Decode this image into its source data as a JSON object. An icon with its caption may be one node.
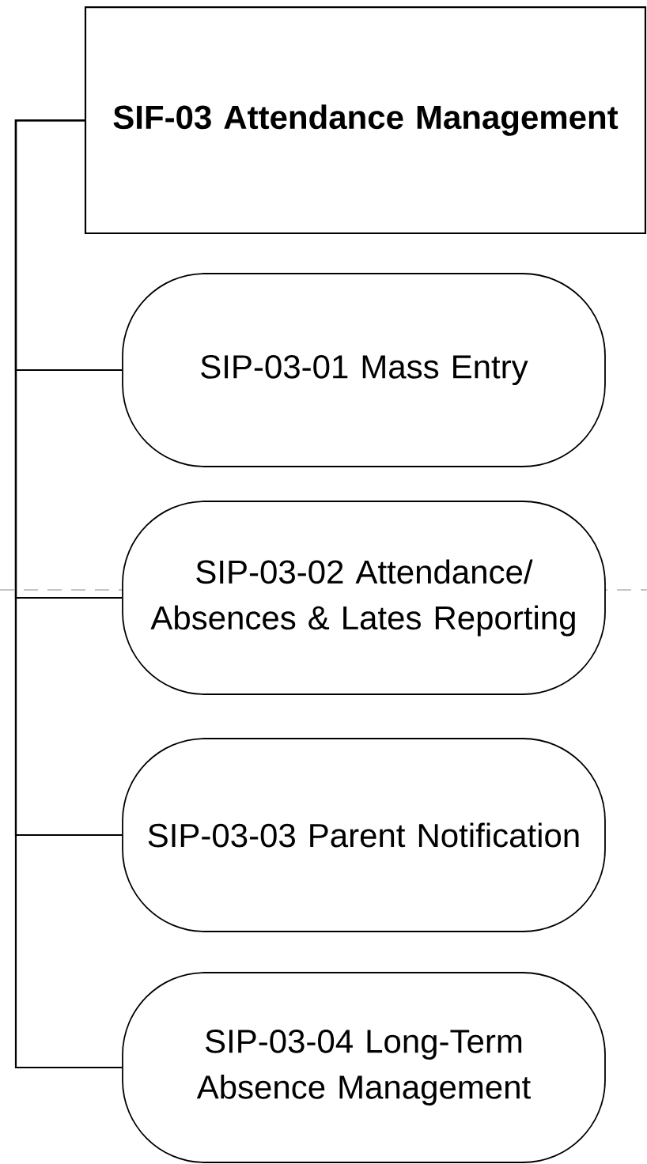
{
  "diagram": {
    "nodes": [
      {
        "text": [
          "SIF-03 Attendance Management"
        ]
      },
      {
        "text": [
          "SIP-03-01 Mass Entry"
        ]
      },
      {
        "text": [
          "SIP-03-02 Attendance/ Absences & Lates Reporting"
        ]
      },
      {
        "text": [
          "SIP-03-03 Parent Notification"
        ]
      },
      {
        "text": [
          "SIP-03-04 Long-Term Absence Management"
        ]
      }
    ],
    "edges": [
      {
        "from": 0,
        "to": 1,
        "arrow": "none"
      },
      {
        "from": 0,
        "to": 2,
        "arrow": "none"
      },
      {
        "from": 0,
        "to": 3,
        "arrow": "none"
      },
      {
        "from": 0,
        "to": 4,
        "arrow": "none"
      }
    ]
  }
}
